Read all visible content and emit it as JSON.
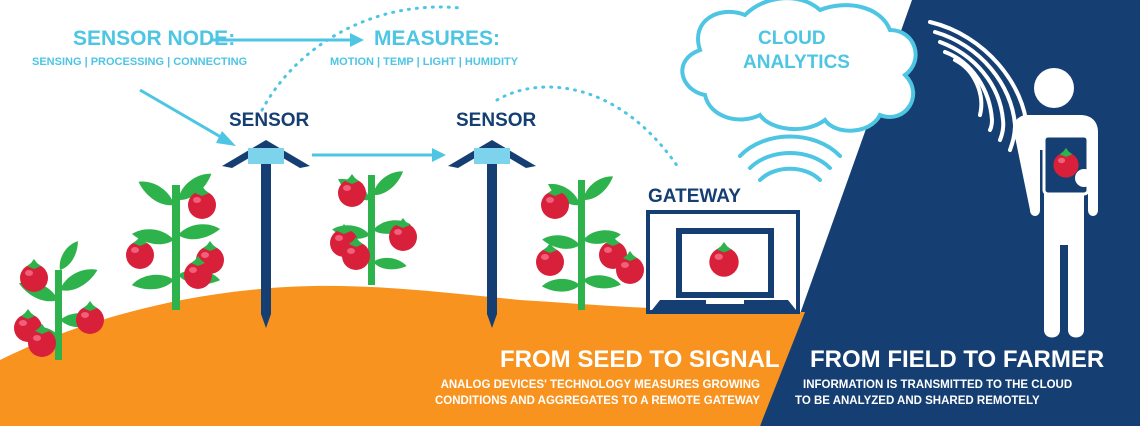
{
  "sensor_node": {
    "title": "SENSOR NODE:",
    "subtitle": "SENSING | PROCESSING | CONNECTING"
  },
  "measures": {
    "title": "MEASURES:",
    "subtitle": "MOTION | TEMP | LIGHT | HUMIDITY"
  },
  "sensors": {
    "label_1": "SENSOR",
    "label_2": "SENSOR"
  },
  "gateway": {
    "label": "GATEWAY"
  },
  "cloud": {
    "line1": "CLOUD",
    "line2": "ANALYTICS"
  },
  "field": {
    "title": "FROM SEED TO SIGNAL",
    "line1": "ANALOG DEVICES' TECHNOLOGY MEASURES GROWING",
    "line2": "CONDITIONS AND AGGREGATES TO A REMOTE GATEWAY"
  },
  "farmer": {
    "title": "FROM FIELD TO FARMER",
    "line1": "INFORMATION IS TRANSMITTED TO THE CLOUD",
    "line2": "TO BE ANALYZED AND SHARED REMOTELY"
  },
  "colors": {
    "orange": "#f7931e",
    "navy": "#153f72",
    "cyan": "#4dc5e3",
    "green": "#2eb24b",
    "tomato": "#d8203a"
  }
}
